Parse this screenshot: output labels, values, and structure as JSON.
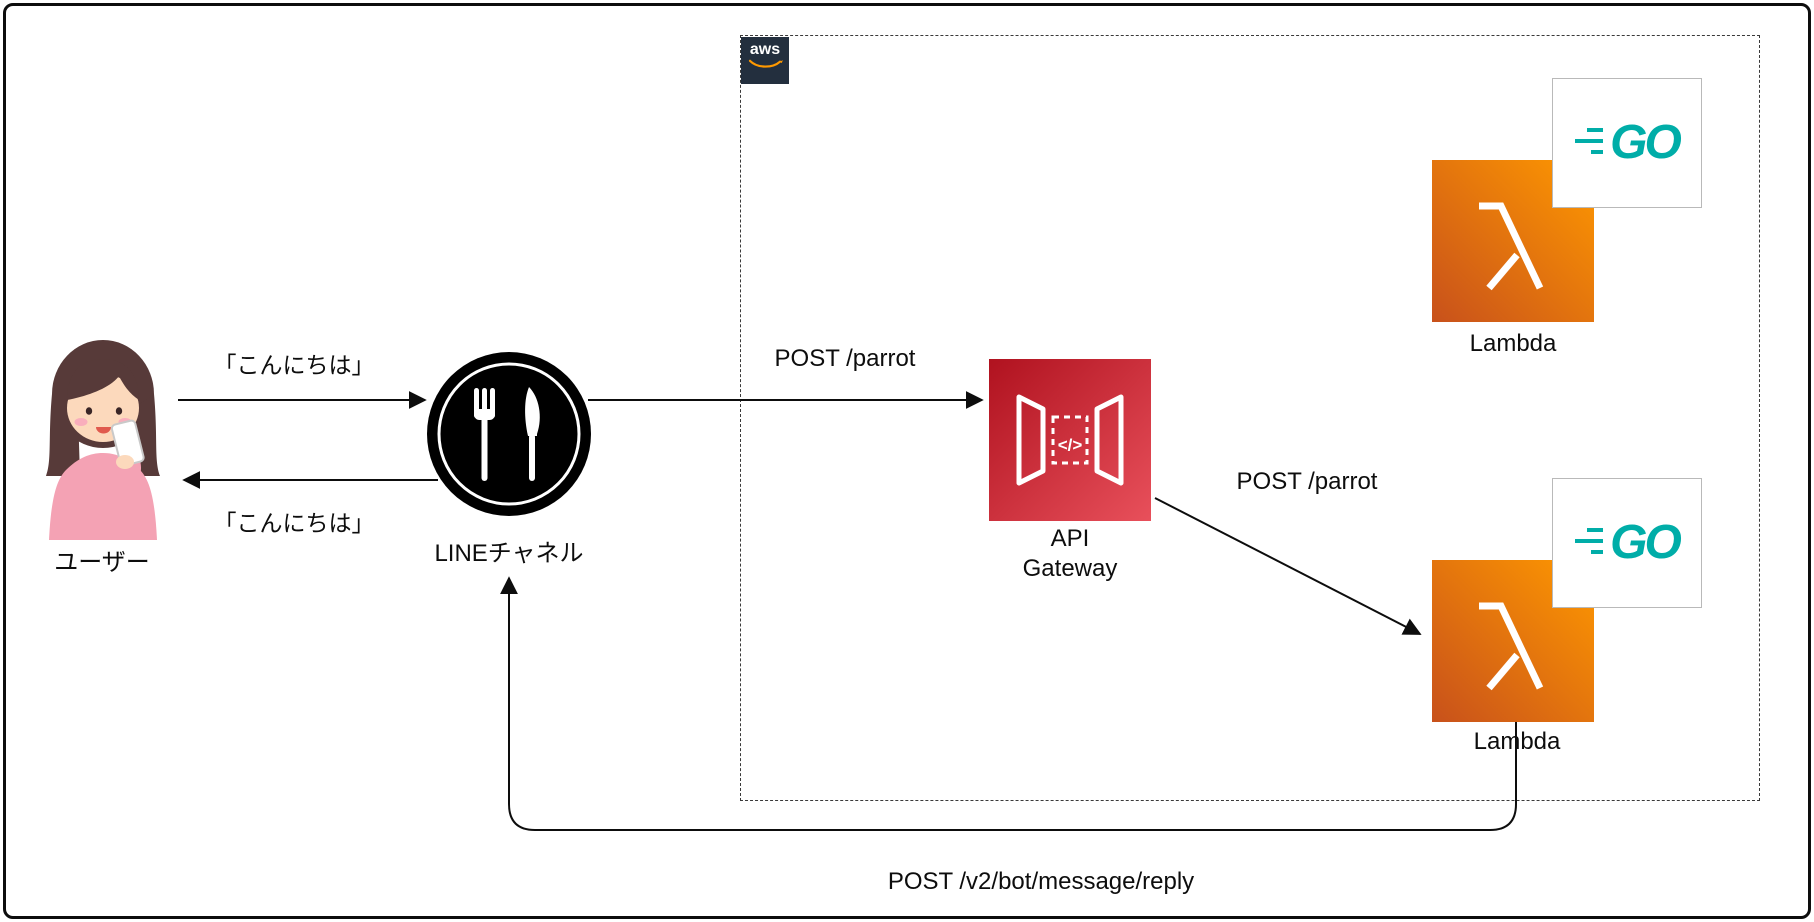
{
  "nodes": {
    "user": {
      "label": "ユーザー"
    },
    "line_channel": {
      "label": "LINEチャネル"
    },
    "api_gateway": {
      "label_line1": "API",
      "label_line2": "Gateway",
      "icon_code": "</>"
    },
    "lambda_top": {
      "label": "Lambda",
      "badge": "GO"
    },
    "lambda_bottom": {
      "label": "Lambda",
      "badge": "GO"
    }
  },
  "aws_group": {
    "logo_text": "aws"
  },
  "edges": {
    "user_to_line": {
      "label": "「こんにちは」"
    },
    "line_to_user": {
      "label": "「こんにちは」"
    },
    "line_to_apigw": {
      "label": "POST /parrot"
    },
    "apigw_to_lambda": {
      "label": "POST /parrot"
    },
    "lambda_to_line_reply": {
      "label": "POST /v2/bot/message/reply"
    }
  },
  "colors": {
    "lambda_gradient_start": "#C8511B",
    "lambda_gradient_end": "#FF9900",
    "api_gateway_gradient_start": "#B0121F",
    "api_gateway_gradient_end": "#E8505B",
    "go_teal": "#00ADA8",
    "aws_navy": "#232F3E",
    "aws_smile_orange": "#FF9900",
    "line_icon_bg": "#000000"
  }
}
